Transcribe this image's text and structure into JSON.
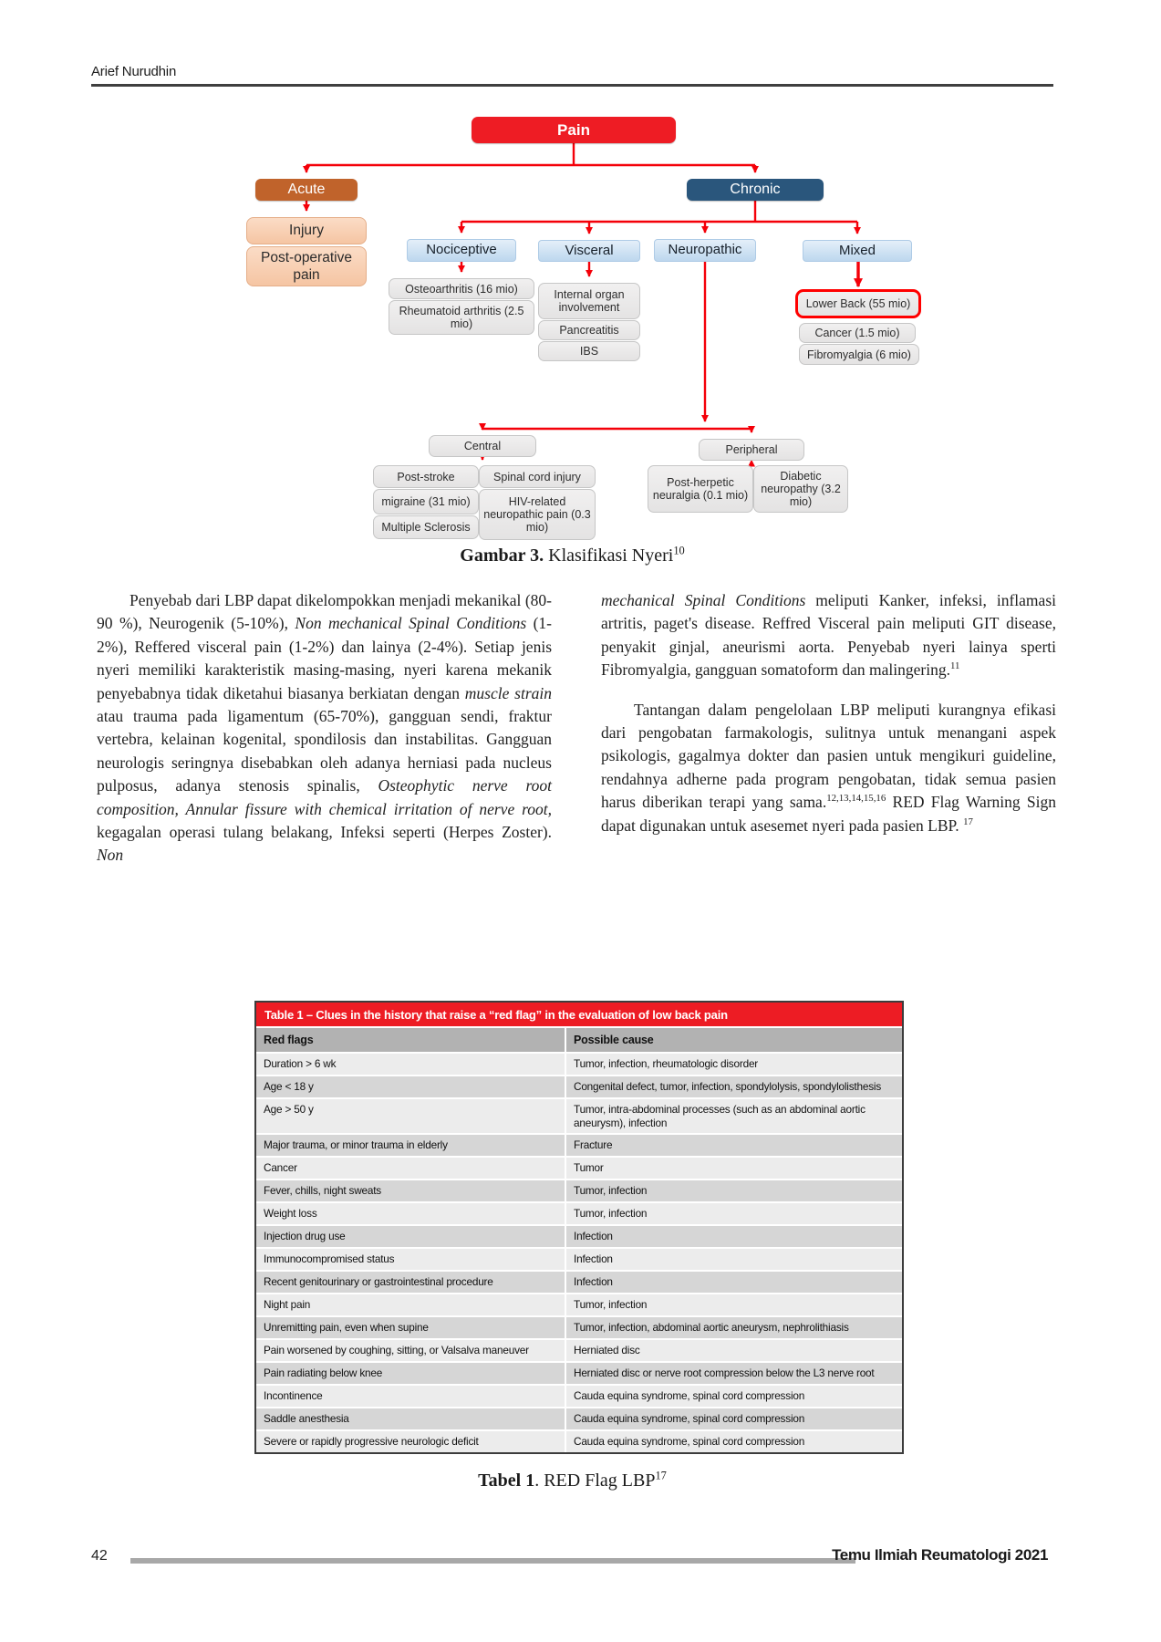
{
  "page": {
    "author_header": "Arief Nurudhin",
    "page_number": "42",
    "footer_journal": "Temu Ilmiah Reumatologi 2021"
  },
  "figure": {
    "caption_runs": [
      {
        "t": "Gambar 3.",
        "b": true
      },
      {
        "t": " Klasifikasi Nyeri"
      },
      {
        "t": "10",
        "sup": true
      }
    ],
    "colors": {
      "pain_red": "#EE1C24",
      "acute_orange": "#C0632B",
      "acute_child_peach": "#F8CDB0",
      "chronic_blue": "#2A567C",
      "category_light_blue": "#BDD7EE",
      "leaf_gray": "#EDECEC",
      "arrow_red": "#F40009",
      "highlight_border_red": "#FF0000"
    },
    "nodes": {
      "pain": {
        "label": "Pain"
      },
      "acute": {
        "label": "Acute"
      },
      "chronic": {
        "label": "Chronic"
      },
      "injury": {
        "label": "Injury"
      },
      "postop": {
        "label": "Post-operative pain"
      },
      "nociceptive": {
        "label": "Nociceptive"
      },
      "visceral": {
        "label": "Visceral"
      },
      "neuropathic": {
        "label": "Neuropathic"
      },
      "mixed": {
        "label": "Mixed"
      },
      "osteoarthritis": {
        "label": "Osteoarthritis (16 mio)"
      },
      "rheumatoid": {
        "label": "Rheumatoid arthritis (2.5 mio)"
      },
      "internal_organ": {
        "label": "Internal organ involvement"
      },
      "pancreatitis": {
        "label": "Pancreatitis"
      },
      "ibs": {
        "label": "IBS"
      },
      "lower_back": {
        "label": "Lower Back (55 mio)"
      },
      "cancer": {
        "label": "Cancer (1.5 mio)"
      },
      "fibromyalgia": {
        "label": "Fibromyalgia (6 mio)"
      },
      "central": {
        "label": "Central"
      },
      "peripheral": {
        "label": "Peripheral"
      },
      "post_stroke": {
        "label": "Post-stroke"
      },
      "spinal_cord": {
        "label": "Spinal cord injury"
      },
      "migraine": {
        "label": "migraine (31 mio)"
      },
      "hiv": {
        "label": "HIV-related neuropathic pain (0.3 mio)"
      },
      "multiple_sclerosis": {
        "label": "Multiple Sclerosis"
      },
      "post_herpetic": {
        "label": "Post-herpetic neuralgia (0.1 mio)"
      },
      "diabetic": {
        "label": "Diabetic neuropathy (3.2 mio)"
      }
    }
  },
  "body": {
    "left_column": {
      "para1_runs": [
        {
          "t": "Penyebab dari LBP dapat dikelompokkan menjadi mekanikal (80-90 %), Neurogenik (5-10%), "
        },
        {
          "t": "Non mechanical Spinal Conditions",
          "i": true
        },
        {
          "t": " (1-2%), Reffered visceral pain (1-2%) dan lainya (2-4%). Setiap jenis nyeri memiliki karakteristik masing-masing, nyeri karena mekanik penyebabnya tidak diketahui biasanya berkiatan dengan "
        },
        {
          "t": "muscle strain",
          "i": true
        },
        {
          "t": " atau trauma pada ligamentum (65-70%), gangguan sendi, fraktur vertebra, kelainan kogenital, spondilosis dan instabilitas. Gangguan neurologis seringnya disebabkan oleh adanya herniasi pada nucleus pulposus, adanya stenosis spinalis, "
        },
        {
          "t": "Osteophytic nerve root composition, Annular fissure with chemical irritation of nerve root,",
          "i": true
        },
        {
          "t": " kegagalan operasi tulang belakang, Infeksi seperti (Herpes Zoster). "
        },
        {
          "t": "Non",
          "i": true
        }
      ]
    },
    "right_column": {
      "para1_runs": [
        {
          "t": "mechanical Spinal Conditions",
          "i": true
        },
        {
          "t": " meliputi Kanker, infeksi, inflamasi artritis, paget's disease. Reffred Visceral pain meliputi GIT disease, penyakit ginjal, aneurismi aorta. Penyebab nyeri lainya sperti Fibromyalgia, gangguan somatoform dan malingering."
        },
        {
          "t": "11",
          "sup": true
        }
      ],
      "para2_runs": [
        {
          "t": "Tantangan dalam pengelolaan LBP meliputi kurangnya efikasi dari pengobatan farmakologis, sulitnya untuk menangani aspek psikologis, gagalmya dokter dan pasien untuk mengikuri guideline, rendahnya adherne pada program pengobatan, tidak semua pasien harus diberikan terapi yang sama."
        },
        {
          "t": "12,13,14,15,16",
          "sup": true
        },
        {
          "t": " RED Flag Warning Sign dapat digunakan untuk asesemet nyeri pada pasien LBP. "
        },
        {
          "t": "17",
          "sup": true
        }
      ]
    }
  },
  "table": {
    "title": "Table 1 – Clues in the history that raise a “red flag” in the evaluation of low back pain",
    "columns": [
      "Red flags",
      "Possible cause"
    ],
    "colors": {
      "title_bg": "#ED1C24",
      "header_bg": "#B2B2B2",
      "row_light": "#ECECEC",
      "row_dark": "#D6D6D6"
    },
    "rows": [
      {
        "flag": "Duration > 6 wk",
        "cause": "Tumor, infection, rheumatologic disorder"
      },
      {
        "flag": "Age < 18 y",
        "cause": "Congenital defect, tumor, infection, spondylolysis, spondylolisthesis"
      },
      {
        "flag": "Age > 50 y",
        "cause": "Tumor, intra-abdominal processes (such as an abdominal aortic aneurysm), infection"
      },
      {
        "flag": "Major trauma, or minor trauma in elderly",
        "cause": "Fracture"
      },
      {
        "flag": "Cancer",
        "cause": "Tumor"
      },
      {
        "flag": "Fever, chills, night sweats",
        "cause": "Tumor, infection"
      },
      {
        "flag": "Weight loss",
        "cause": "Tumor, infection"
      },
      {
        "flag": "Injection drug use",
        "cause": "Infection"
      },
      {
        "flag": "Immunocompromised status",
        "cause": "Infection"
      },
      {
        "flag": "Recent genitourinary or gastrointestinal procedure",
        "cause": "Infection"
      },
      {
        "flag": "Night pain",
        "cause": "Tumor, infection"
      },
      {
        "flag": "Unremitting pain, even when supine",
        "cause": "Tumor, infection, abdominal aortic aneurysm, nephrolithiasis"
      },
      {
        "flag": "Pain worsened by coughing, sitting, or Valsalva maneuver",
        "cause": "Herniated disc"
      },
      {
        "flag": "Pain radiating below knee",
        "cause": "Herniated disc or nerve root compression below the L3 nerve root"
      },
      {
        "flag": "Incontinence",
        "cause": "Cauda equina syndrome, spinal cord compression"
      },
      {
        "flag": "Saddle anesthesia",
        "cause": "Cauda equina syndrome, spinal cord compression"
      },
      {
        "flag": "Severe or rapidly progressive neurologic deficit",
        "cause": "Cauda equina syndrome, spinal cord compression"
      }
    ],
    "caption_runs": [
      {
        "t": "Tabel 1",
        "b": true
      },
      {
        "t": ". RED Flag LBP"
      },
      {
        "t": "17",
        "sup": true
      }
    ]
  }
}
